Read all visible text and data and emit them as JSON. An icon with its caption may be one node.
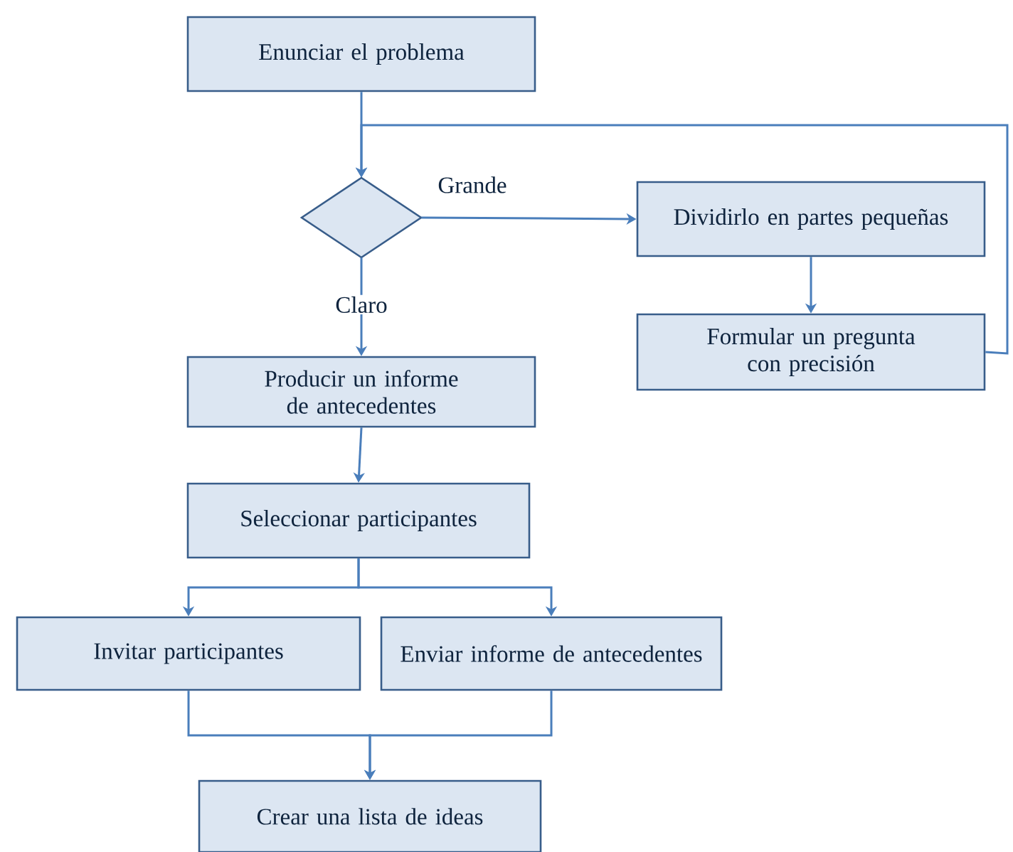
{
  "diagram": {
    "nodes": [
      {
        "text": [
          "Enunciar el problema"
        ]
      },
      {
        "text": [],
        "shape": "diamond"
      },
      {
        "text": [
          "Dividirlo  en partes pequeñas"
        ]
      },
      {
        "text": [
          "Formular un pregunta con precisión"
        ]
      },
      {
        "text": [
          "Producir un informe de antecedentes"
        ]
      },
      {
        "text": [
          "Seleccionar participantes"
        ]
      },
      {
        "text": [
          "Invitar participantes"
        ]
      },
      {
        "text": [
          "Enviar informe de antecedentes"
        ]
      },
      {
        "text": [
          "Crear una lista de ideas"
        ]
      }
    ],
    "edges": [
      {
        "from": 0,
        "to": 1,
        "arrow": "to"
      },
      {
        "from": 3,
        "to": 1,
        "arrow": "to"
      },
      {
        "from": 1,
        "to": 2,
        "arrow": "to",
        "label": "Grande"
      },
      {
        "from": 1,
        "to": 4,
        "arrow": "to",
        "label": "Claro"
      },
      {
        "from": 2,
        "to": 3,
        "arrow": "to"
      },
      {
        "from": 4,
        "to": 5,
        "arrow": "to"
      },
      {
        "from": 5,
        "to": 6,
        "arrow": "to"
      },
      {
        "from": 5,
        "to": 7,
        "arrow": "to"
      },
      {
        "from": 6,
        "to": 8,
        "arrow": "to"
      },
      {
        "from": 7,
        "to": 8,
        "arrow": "to"
      }
    ]
  }
}
